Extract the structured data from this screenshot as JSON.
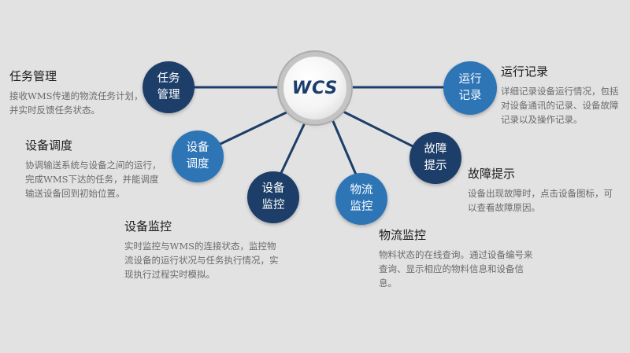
{
  "hub": {
    "label": "WCS"
  },
  "nodes": {
    "task": {
      "label": "任务\n管理",
      "color": "#1c3e68"
    },
    "sched": {
      "label": "设备\n调度",
      "color": "#2e75b6"
    },
    "monitor": {
      "label": "设备\n监控",
      "color": "#1c3e68"
    },
    "flow": {
      "label": "物流\n监控",
      "color": "#2e75b6"
    },
    "fault": {
      "label": "故障\n提示",
      "color": "#1c3e68"
    },
    "run": {
      "label": "运行\n记录",
      "color": "#2e75b6"
    }
  },
  "descriptions": {
    "task": {
      "title": "任务管理",
      "text": "接收WMS传递的物流任务计划，并实时反馈任务状态。"
    },
    "sched": {
      "title": "设备调度",
      "text": "协调输送系统与设备之间的运行，完成WMS下达的任务，并能调度输送设备回到初始位置。"
    },
    "monitor": {
      "title": "设备监控",
      "text": "实时监控与WMS的连接状态，监控物流设备的运行状况与任务执行情况，实现执行过程实时模拟。"
    },
    "flow": {
      "title": "物流监控",
      "text": "物料状态的在线查询。通过设备编号来查询、显示相应的物料信息和设备信息。"
    },
    "fault": {
      "title": "故障提示",
      "text": "设备出现故障时，点击设备图标，可以查看故障原因。"
    },
    "run": {
      "title": "运行记录",
      "text": "详细记录设备运行情况，包括对设备通讯的记录、设备故障记录以及操作记录。"
    }
  },
  "colors": {
    "dark": "#1c3e68",
    "light": "#2e75b6",
    "connector": "#1c3e68"
  }
}
